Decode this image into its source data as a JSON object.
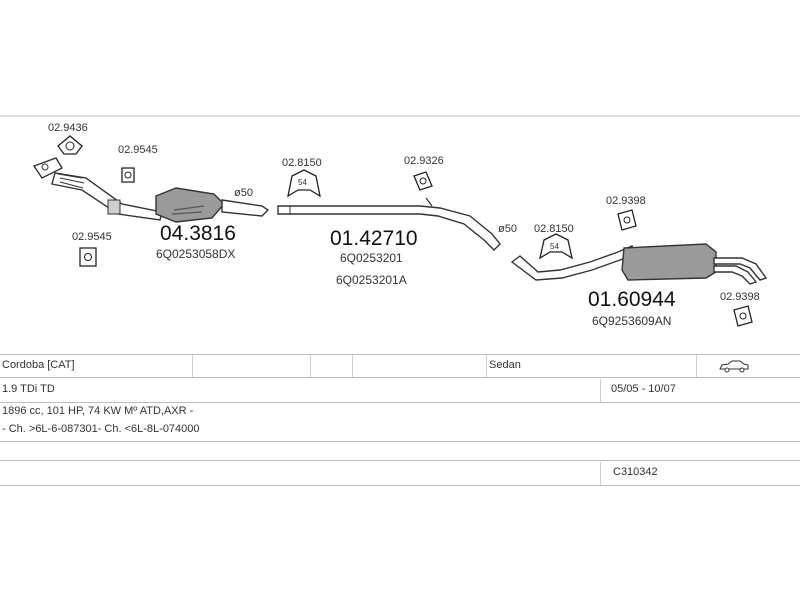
{
  "diagram": {
    "callouts": {
      "clamp_front": "02.9436",
      "hanger_1": "02.9545",
      "hanger_2": "02.9545",
      "rubber_mid": "02.8150",
      "hanger_mid": "02.9326",
      "rubber_rear": "02.8150",
      "hanger_rear_1": "02.9398",
      "hanger_rear_2": "02.9398"
    },
    "rubber_marks": {
      "mid": "54",
      "rear": "54"
    },
    "diameters": {
      "front": "ø50",
      "mid": "ø50"
    },
    "parts": [
      {
        "code": "04.3816",
        "oe": [
          "6Q0253058DX"
        ]
      },
      {
        "code": "01.42710",
        "oe": [
          "6Q0253201",
          "6Q0253201A"
        ]
      },
      {
        "code": "01.60944",
        "oe": [
          "6Q9253609AN"
        ]
      }
    ]
  },
  "vehicle": {
    "model": "Cordoba  [CAT]",
    "body": "Sedan",
    "engine": "1.9 TDi TD",
    "dates": "05/05 - 10/07",
    "spec": "1896 cc, 101 HP, 74 KW Mº ATD,AXR -",
    "chassis": "- Ch. >6L-6-087301- Ch. <6L-8L-074000",
    "catalog": "C310342"
  },
  "colors": {
    "part_fill": "#9a9a9a",
    "line": "#333333",
    "rule": "#bdbdbd"
  }
}
